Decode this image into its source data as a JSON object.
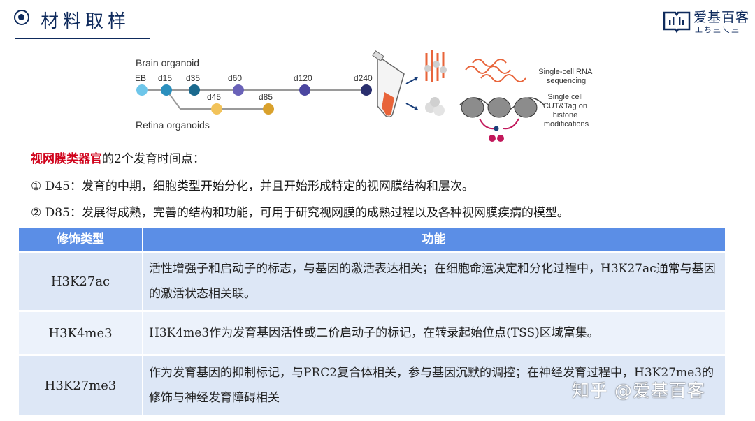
{
  "header": {
    "title": "材料取样",
    "logo_text": "爱基百客",
    "logo_sub": "工ち三乀三"
  },
  "figure": {
    "brain_label": "Brain organoid",
    "retina_label": "Retina organoids",
    "timepoints": [
      "EB",
      "d15",
      "d35",
      "d60",
      "d120",
      "d240"
    ],
    "retina_timepoints": [
      "d45",
      "d85"
    ],
    "method1": [
      "Single-cell RNA",
      "sequencing"
    ],
    "method2": [
      "Single cell",
      "CUT&Tag on",
      "histone",
      "modifications"
    ],
    "colors": {
      "EB": "#6ec6ea",
      "d15": "#2b8fbd",
      "d35": "#1b6a8e",
      "d60": "#6a62b8",
      "d120": "#4b46a0",
      "d240": "#2a2f6e",
      "d45": "#f2c35a",
      "d85": "#d9a12c"
    }
  },
  "intro": {
    "highlight": "视网膜类器官",
    "rest": "的2个发育时间点："
  },
  "points": [
    "① D45：发育的中期，细胞类型开始分化，并且开始形成特定的视网膜结构和层次。",
    "② D85：发展得成熟，完善的结构和功能，可用于研究视网膜的成熟过程以及各种视网膜疾病的模型。"
  ],
  "table": {
    "headers": [
      "修饰类型",
      "功能"
    ],
    "rows": [
      {
        "type": "H3K27ac",
        "func": "活性增强子和启动子的标志，与基因的激活表达相关；在细胞命运决定和分化过程中，H3K27ac通常与基因的激活状态相关联。"
      },
      {
        "type": "H3K4me3",
        "func": "H3K4me3作为发育基因活性或二价启动子的标记，在转录起始位点(TSS)区域富集。"
      },
      {
        "type": "H3K27me3",
        "func": "作为发育基因的抑制标记，与PRC2复合体相关，参与基因沉默的调控；在神经发育过程中，H3K27me3的修饰与神经发育障碍相关"
      }
    ],
    "header_color": "#5b8ee6",
    "row_colors": [
      "#dde7f6",
      "#ecf2fb"
    ]
  },
  "watermark": "知乎 @爱基百客"
}
